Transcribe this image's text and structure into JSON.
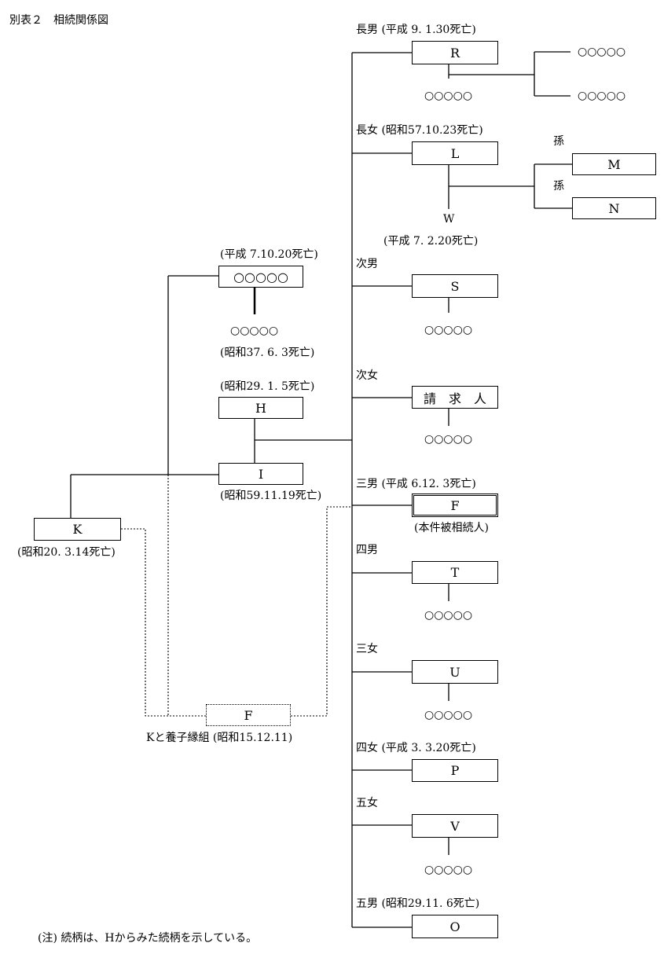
{
  "title": "別表２　相続関係図",
  "note": "(注) 続柄は、Hからみた続柄を示している。",
  "placeholder": "○○○○○",
  "left": {
    "k_box": "K",
    "k_death": "(昭和20. 3.14死亡)",
    "top_box": "○○○○○",
    "top_death": "(平成 7.10.20死亡)",
    "top_spouse_death": "(昭和37. 6. 3死亡)",
    "h_death": "(昭和29. 1. 5死亡)",
    "h_box": "H",
    "i_box": "I",
    "i_death": "(昭和59.11.19死亡)",
    "adopt_box": "F",
    "adopt_note": "Kと養子縁組 (昭和15.12.11)"
  },
  "children": {
    "r_label": "長男 (平成 9. 1.30死亡)",
    "r_box": "R",
    "l_label": "長女 (昭和57.10.23死亡)",
    "l_box": "L",
    "grandchild_label": "孫",
    "m_box": "M",
    "n_box": "N",
    "w_name": "W",
    "w_death": "(平成 7. 2.20死亡)",
    "s_label": "次男",
    "s_box": "S",
    "claimant_label": "次女",
    "claimant_box": "請　求　人",
    "f_label": "三男 (平成 6.12. 3死亡)",
    "f_box": "F",
    "f_note": "(本件被相続人)",
    "t_label": "四男",
    "t_box": "T",
    "u_label": "三女",
    "u_box": "U",
    "p_label": "四女 (平成 3. 3.20死亡)",
    "p_box": "P",
    "v_label": "五女",
    "v_box": "V",
    "o_label": "五男 (昭和29.11. 6死亡)",
    "o_box": "O"
  }
}
